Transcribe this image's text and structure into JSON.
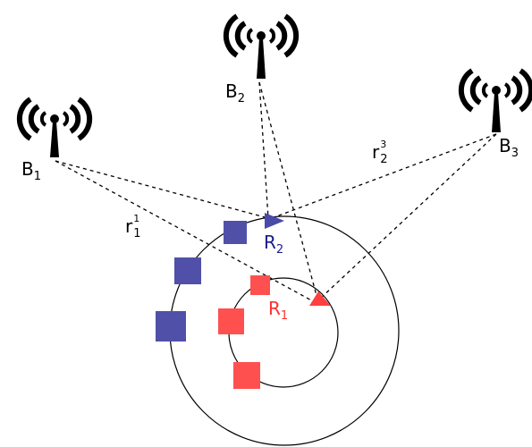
{
  "stations": [
    {
      "id": "b1",
      "label": "B",
      "index": "1"
    },
    {
      "id": "b2",
      "label": "B",
      "index": "2"
    },
    {
      "id": "b3",
      "label": "B",
      "index": "3"
    }
  ],
  "relays": [
    {
      "id": "r1",
      "label": "R",
      "index": "1",
      "color": "#ff4040"
    },
    {
      "id": "r2",
      "label": "R",
      "index": "2",
      "color": "#4a4aa8"
    }
  ],
  "distance_labels": [
    {
      "id": "r11",
      "base": "r",
      "sub": "1",
      "sup": "1"
    },
    {
      "id": "r23",
      "base": "r",
      "sub": "2",
      "sup": "3"
    }
  ],
  "colors": {
    "red_user": "#ff5050",
    "blue_user": "#5050a8",
    "red_label": "#ff3030",
    "blue_label": "#1a1a8c"
  }
}
